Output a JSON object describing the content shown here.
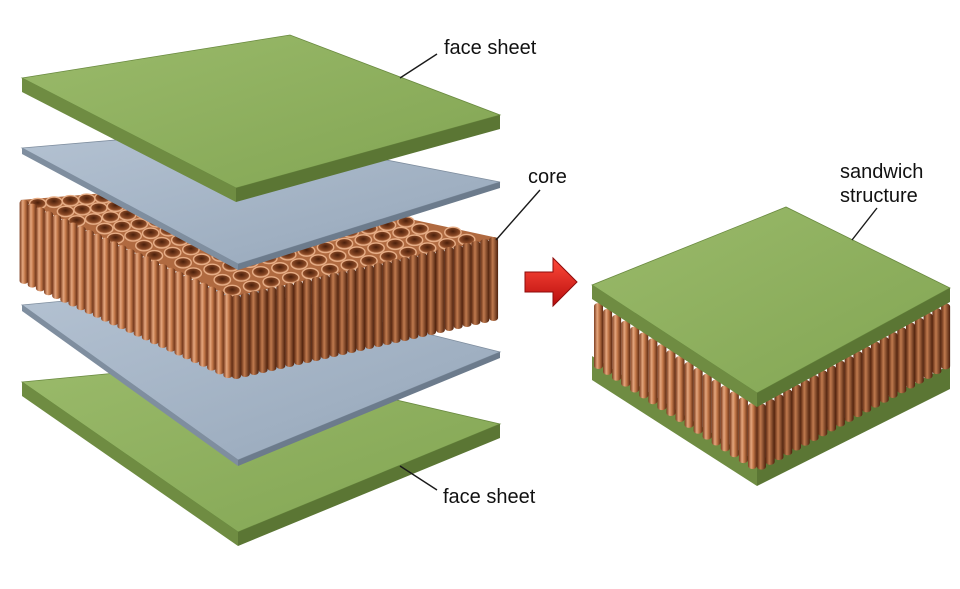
{
  "labels": {
    "top_face_sheet": "face sheet",
    "core": "core",
    "bottom_face_sheet": "face sheet",
    "sandwich_line1": "sandwich",
    "sandwich_line2": "structure"
  },
  "colors": {
    "face_top": "#8fb060",
    "face_front": "#6f8c42",
    "face_right": "#5b7634",
    "adhesive_top": "#a9b8c8",
    "adhesive_front": "#7f8e9f",
    "copper_light": "#e2a47c",
    "copper_mid": "#b86a3e",
    "copper_dark": "#6e3418",
    "arrow": "#e01b1b",
    "leader": "#1a1a1a"
  }
}
